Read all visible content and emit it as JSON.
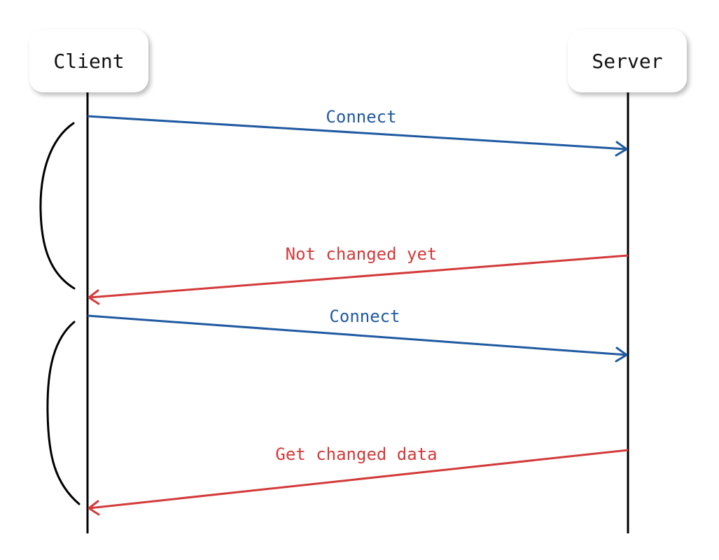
{
  "actors": {
    "client": "Client",
    "server": "Server"
  },
  "messages": [
    {
      "label": "Connect",
      "from": "Client",
      "to": "Server",
      "color": "#1f5aa0"
    },
    {
      "label": "Not changed yet",
      "from": "Server",
      "to": "Client",
      "color": "#d33a3a"
    },
    {
      "label": "Connect",
      "from": "Client",
      "to": "Server",
      "color": "#1f5aa0"
    },
    {
      "label": "Get changed data",
      "from": "Server",
      "to": "Client",
      "color": "#d33a3a"
    }
  ],
  "colors": {
    "request": "#1f5aa0",
    "response": "#d33a3a",
    "lifeline": "#000000"
  }
}
